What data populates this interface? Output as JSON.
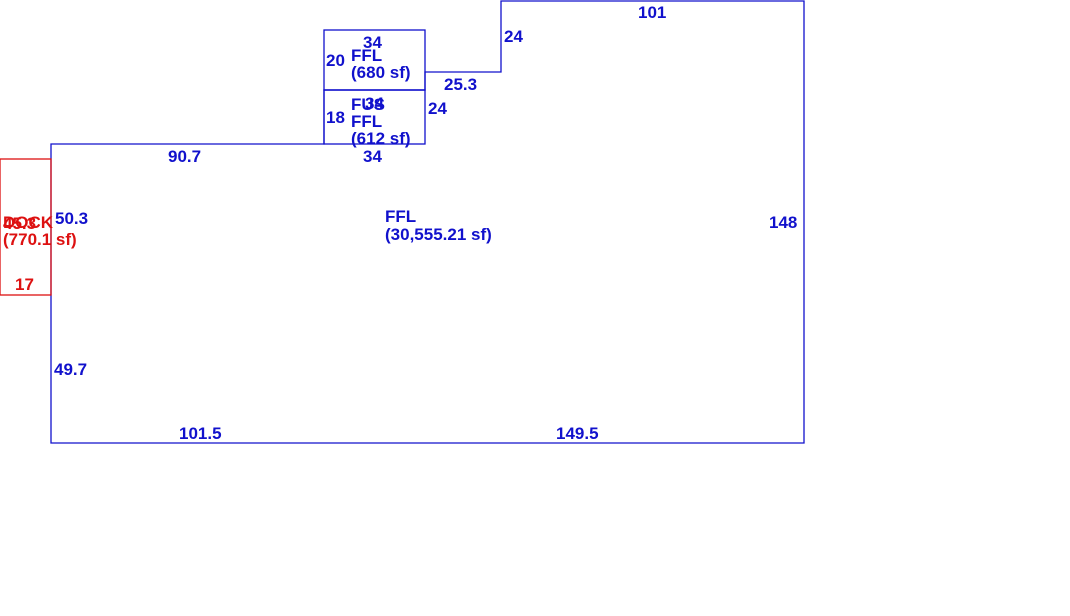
{
  "colors": {
    "main_area": "#1111cc",
    "dock_area": "#dd1111",
    "background": "#ffffff"
  },
  "areas": {
    "main": {
      "name": "FFL",
      "area": "(30,555.21 sf)"
    },
    "upper_box": {
      "name": "FFL",
      "area": "(680 sf)"
    },
    "lower_box": {
      "name_line1": "FUS",
      "name_line2": "FFL",
      "area": "(612 sf)",
      "overlap_text": "34"
    },
    "dock": {
      "name": "DOCK",
      "area": "(770.1 sf)",
      "overlap_text": "45.3"
    }
  },
  "dimensions": {
    "top_right": "101",
    "notch_vertical": "24",
    "notch_horizontal": "25.3",
    "lower_box_right": "24",
    "upper_box_top": "34",
    "upper_box_left": "20",
    "lower_box_left": "18",
    "lower_box_bottom": "34",
    "top_left": "90.7",
    "right_side": "148",
    "left_upper": "50.3",
    "left_lower": "49.7",
    "bottom_left": "101.5",
    "bottom_right": "149.5",
    "dock_bottom": "17"
  }
}
